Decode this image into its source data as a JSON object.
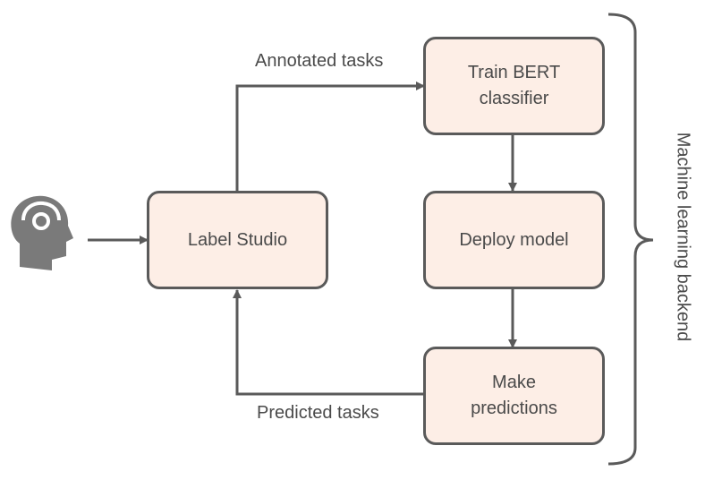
{
  "nodes": {
    "label_studio": "Label Studio",
    "train": "Train BERT\nclassifier",
    "deploy": "Deploy model",
    "predict": "Make\npredictions"
  },
  "edges": {
    "annotated": "Annotated tasks",
    "predicted": "Predicted tasks"
  },
  "group_label": "Machine learning backend",
  "icons": {
    "human": "human-head-icon"
  },
  "colors": {
    "box_fill": "#fdeee6",
    "stroke": "#5a5a5a",
    "icon": "#7a7a7a"
  }
}
